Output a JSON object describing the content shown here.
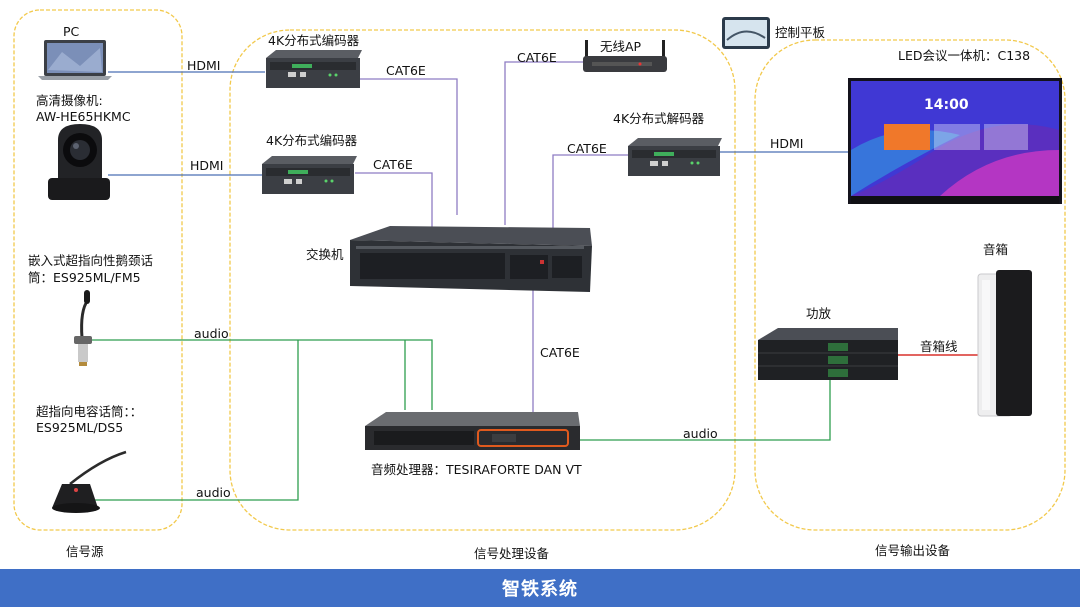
{
  "regions": {
    "source": "信号源",
    "processing": "信号处理设备",
    "output": "信号输出设备"
  },
  "devices": {
    "pc": "PC",
    "camera_line1": "高清摄像机:",
    "camera_line2": "AW-HE65HKMC",
    "gooseneck_mic_line1": "嵌入式超指向性鹅颈话",
    "gooseneck_mic_line2": "筒：ES925ML/FM5",
    "condenser_mic_line1": "超指向电容话筒：：",
    "condenser_mic_line2": "ES925ML/DS5",
    "encoder_1": "4K分布式编码器",
    "encoder_2": "4K分布式编码器",
    "wireless_ap": "无线AP",
    "control_tablet": "控制平板",
    "decoder": "4K分布式解码器",
    "switch": "交换机",
    "audio_processor": "音频处理器：TESIRAFORTE DAN VT",
    "led_display": "LED会议一体机：C138",
    "led_clock": "14:00",
    "speaker": "音箱",
    "amplifier": "功放"
  },
  "links": {
    "pc_hdmi": "HDMI",
    "camera_hdmi": "HDMI",
    "decoder_hdmi": "HDMI",
    "enc1_cat6e": "CAT6E",
    "enc2_cat6e": "CAT6E",
    "ap_cat6e": "CAT6E",
    "decoder_cat6e": "CAT6E",
    "dsp_cat6e": "CAT6E",
    "mic1_audio": "audio",
    "mic2_audio": "audio",
    "amp_audio": "audio",
    "speaker_wire": "音箱线"
  },
  "footer": {
    "title": "智铁系统"
  },
  "colors": {
    "region_border": "#f2c94c",
    "hdmi_line": "#4a6fb5",
    "cat_line": "#8e7cc3",
    "audio_line": "#2e9e4f",
    "speaker_line": "#d9302c",
    "footer_bg": "#3f6fc6"
  }
}
